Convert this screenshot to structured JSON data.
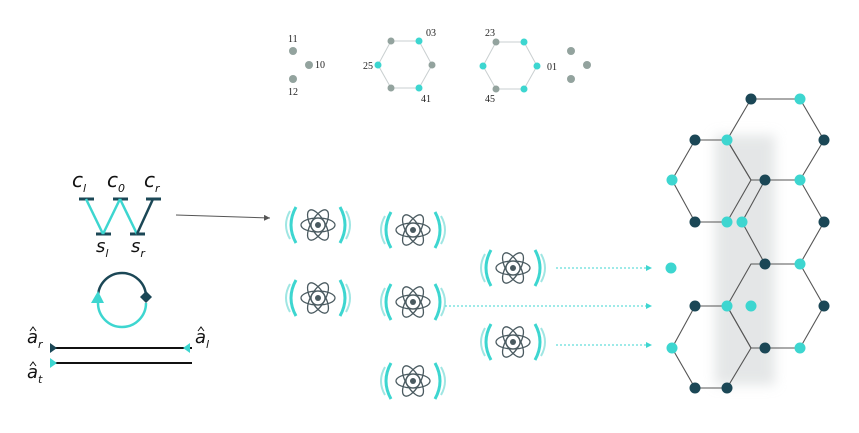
{
  "colors": {
    "teal": "#3dd6d0",
    "navy": "#1b4756",
    "grey": "#93a39e",
    "edge": "#555555",
    "hexEdge": "#c9cfd0"
  },
  "top_labels": {
    "left_cluster": [
      "11",
      "10",
      "12"
    ],
    "hex_a": [
      "03",
      "25",
      "41"
    ],
    "hex_b": [
      "23",
      "01",
      "45"
    ]
  },
  "diagram_labels": {
    "c_l": "c",
    "c_l_sub": "l",
    "c_0": "c",
    "c_0_sub": "0",
    "c_r": "c",
    "c_r_sub": "r",
    "s_l": "s",
    "s_l_sub": "l",
    "s_r": "s",
    "s_r_sub": "r",
    "a_r": "a",
    "a_r_sub": "r",
    "a_l": "a",
    "a_l_sub": "l",
    "a_t": "a",
    "a_t_sub": "t"
  },
  "icons": [
    "atom-icon"
  ]
}
